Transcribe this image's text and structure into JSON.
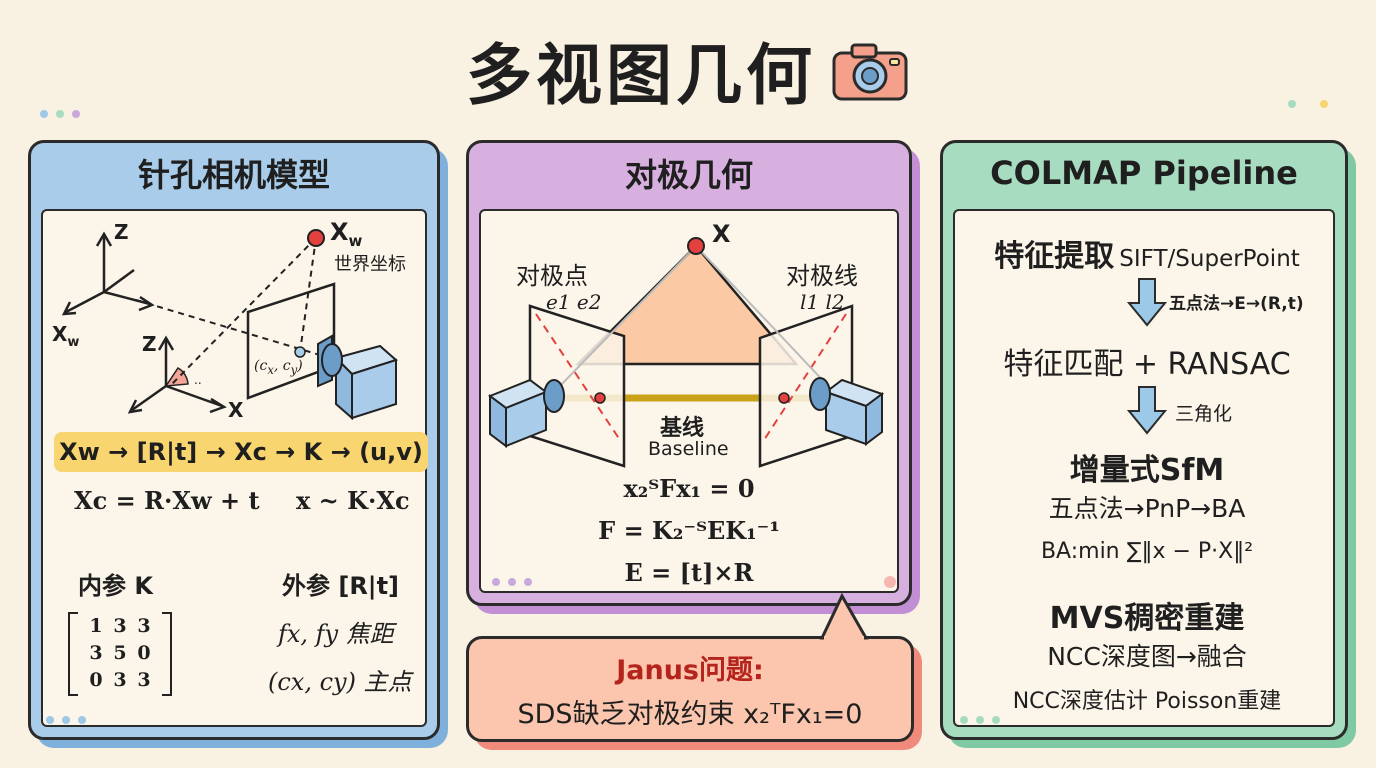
{
  "title": "多视图几何",
  "colors": {
    "blue": "#a8cce9",
    "purple": "#d7b0df",
    "green": "#a7dcc0",
    "salmon": "#fbc6ad",
    "yellow": "#f8d56f",
    "red_point": "#e2413f",
    "janus_red": "#b5231d"
  },
  "pinhole": {
    "header": "针孔相机模型",
    "axis_z_world": "Z",
    "axis_xw_label": "X",
    "axis_xw_sub": "w",
    "axis_z_cam": "Z",
    "axis_x_cam": "X",
    "point_label": "X",
    "point_sub": "w",
    "point_caption": "世界坐标",
    "principal_point": "(c",
    "principal_point_mid": "x",
    "principal_point_sep": ", c",
    "principal_point_end_sub": "y",
    "principal_point_close": ")",
    "chain_formula": "Xw → [R|t] → Xc → K → (u,v)",
    "formula_left": "Xc = R·Xw + t",
    "formula_right": "x ~ K·Xc",
    "intrinsic_label": "内参 K",
    "extrinsic_label": "外参 [R|t]",
    "matrix": [
      [
        "1",
        "3",
        "3"
      ],
      [
        "3",
        "5",
        "0"
      ],
      [
        "0",
        "3",
        "3"
      ]
    ],
    "focal": "fx, fy 焦距",
    "principal": "(cx, cy) 主点"
  },
  "epipolar": {
    "header": "对极几何",
    "point_x": "X",
    "epipole_label": "对极点",
    "epipole_sym": "e1 e2",
    "epiline_label": "对极线",
    "epiline_sym": "l1 l2",
    "baseline_cn": "基线",
    "baseline_en": "Baseline",
    "eq1": "x₂ᵀFx₁ = 0",
    "eq2": "F = K₂⁻ᵀEK₁⁻¹",
    "eq3": "E = [t]×R"
  },
  "janus": {
    "title": "Janus问题:",
    "text": "SDS缺乏对极约束 x₂ᵀFx₁=0"
  },
  "colmap": {
    "header": "COLMAP Pipeline",
    "step1_cn": "特征提取",
    "step1_en": "SIFT/SuperPoint",
    "arrow1_label": "五点法→E→(R,t)",
    "step2": "特征匹配 + RANSAC",
    "arrow2_label": "三角化",
    "step3": "增量式SfM",
    "step3_sub": "五点法→PnP→BA",
    "ba_formula": "BA:min ∑‖x − P·X‖²",
    "step4": "MVS稠密重建",
    "step4_sub": "NCC深度图→融合",
    "footer": "NCC深度估计   Poisson重建"
  }
}
